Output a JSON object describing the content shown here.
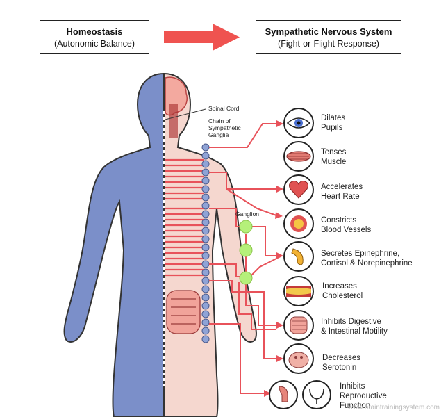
{
  "header": {
    "homeostasis_title": "Homeostasis",
    "homeostasis_subtitle": "(Autonomic Balance)",
    "sympathetic_title": "Sympathetic Nervous System",
    "sympathetic_subtitle": "(Fight-or-Flight Response)"
  },
  "anatomy": {
    "spinal_cord": "Spinal Cord",
    "chain_of_ganglia": "Chain of\nSympathetic\nGanglia",
    "ganglion": "Ganglion"
  },
  "effects": [
    {
      "label": "Dilates\nPupils",
      "icon": "eye-icon"
    },
    {
      "label": "Tenses\nMuscle",
      "icon": "muscle-icon"
    },
    {
      "label": "Accelerates\nHeart Rate",
      "icon": "heart-icon"
    },
    {
      "label": "Constricts\nBlood Vessels",
      "icon": "blood-vessel-icon"
    },
    {
      "label": "Secretes Epinephrine,\nCortisol & Norepinephrine",
      "icon": "adrenal-gland-icon"
    },
    {
      "label": "Increases\nCholesterol",
      "icon": "artery-plaque-icon"
    },
    {
      "label": "Inhibits Digestive\n& Intestinal Motility",
      "icon": "intestine-icon"
    },
    {
      "label": "Decreases\nSerotonin",
      "icon": "gut-icon"
    },
    {
      "label": "Inhibits\nReproductive\nFunction",
      "icon": "reproductive-organs-icon"
    }
  ],
  "watermark": "www.braintrainingsystem.com",
  "colors": {
    "nerve": "#e8525a",
    "body_blue": "#7b8fc9",
    "ganglion_blue": "#8fa3d6",
    "ganglion_green": "#b5f07a",
    "skin": "#f5d7cf",
    "arrow": "#ef5350"
  }
}
